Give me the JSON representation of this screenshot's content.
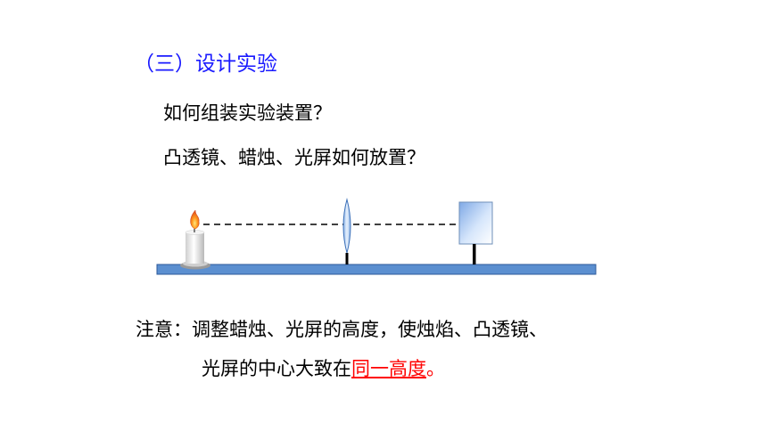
{
  "heading": "（三）设计实验",
  "questions": [
    "如何组装实验装置？",
    "凸透镜、蜡烛、光屏如何放置？"
  ],
  "note": {
    "line1": "注意：调整蜡烛、光屏的高度，使烛焰、凸透镜、",
    "line2_prefix": "光屏的中心大致在",
    "line2_emphasis": "同一高度",
    "line2_suffix": "。"
  },
  "colors": {
    "heading": "#1a1aff",
    "emphasis": "#ff0000",
    "bench": "#5b8fd0",
    "lens": "#bcd6f2",
    "screen": "#c8ddf6"
  },
  "icons": [
    "candle-icon",
    "flame-icon",
    "lens-icon",
    "screen-icon",
    "optical-bench-icon"
  ]
}
